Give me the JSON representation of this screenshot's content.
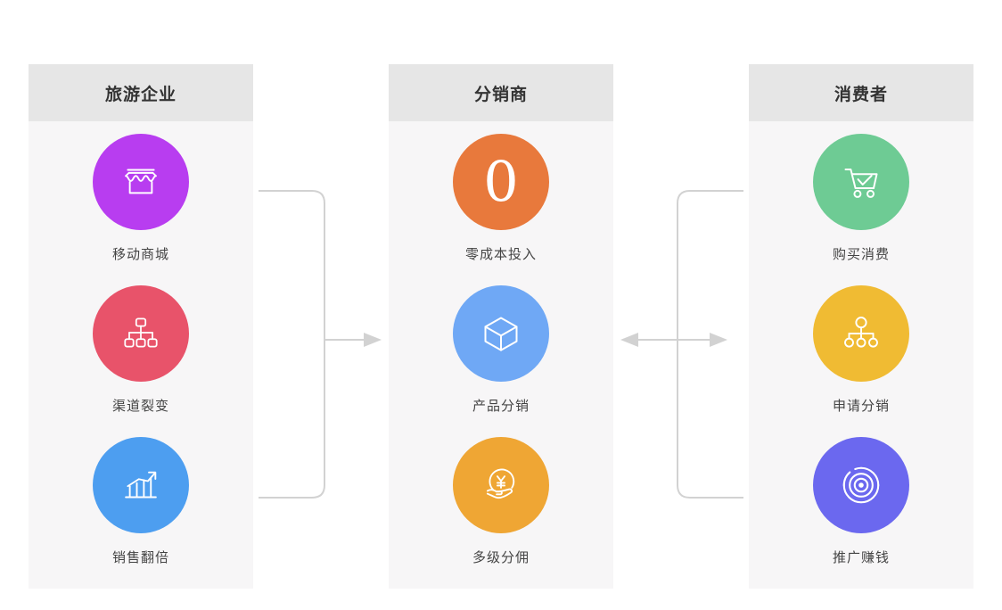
{
  "diagram": {
    "title": "",
    "background": "#ffffff",
    "header_bg": "#e6e6e6",
    "panel_bg": "#f7f6f7",
    "connector_color": "#d2d2d2"
  },
  "columns": [
    {
      "id": "tourism-enterprise",
      "header": "旅游企业",
      "nodes": [
        {
          "label": "移动商城",
          "icon": "storefront-icon",
          "color": "#b83df0"
        },
        {
          "label": "渠道裂变",
          "icon": "sitemap-icon",
          "color": "#e8536a"
        },
        {
          "label": "销售翻倍",
          "icon": "bar-chart-growth-icon",
          "color": "#4d9ef0"
        }
      ]
    },
    {
      "id": "distributor",
      "header": "分销商",
      "nodes": [
        {
          "label": "零成本投入",
          "icon": "zero-digit-icon",
          "color": "#e8793c",
          "glyph": "0"
        },
        {
          "label": "产品分销",
          "icon": "cube-box-icon",
          "color": "#6fa8f5"
        },
        {
          "label": "多级分佣",
          "icon": "hand-yuan-coin-icon",
          "color": "#efa634"
        }
      ]
    },
    {
      "id": "consumer",
      "header": "消费者",
      "nodes": [
        {
          "label": "购买消费",
          "icon": "shopping-cart-check-icon",
          "color": "#6ecb94"
        },
        {
          "label": "申请分销",
          "icon": "network-nodes-icon",
          "color": "#f0bb33"
        },
        {
          "label": "推广赚钱",
          "icon": "target-rings-icon",
          "color": "#6b68ef"
        }
      ]
    }
  ],
  "connectors": [
    {
      "id": "enterprise-to-distributor",
      "from": "tourism-enterprise",
      "to": "distributor",
      "direction": "right",
      "arrows": [
        "right"
      ]
    },
    {
      "id": "distributor-consumer",
      "from": "consumer",
      "to": "distributor",
      "direction": "both",
      "arrows": [
        "left",
        "right"
      ]
    }
  ]
}
